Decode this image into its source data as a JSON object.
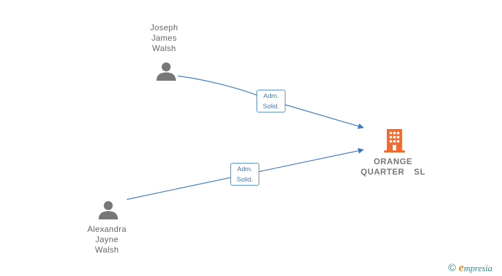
{
  "nodes": {
    "person_1": {
      "name_lines": [
        "Joseph",
        "James",
        "Walsh"
      ],
      "icon": "person-icon"
    },
    "person_2": {
      "name_lines": [
        "Alexandra",
        "Jayne",
        "Walsh"
      ],
      "icon": "person-icon"
    },
    "company": {
      "name_lines": [
        "ORANGE",
        "QUARTER  SL"
      ],
      "icon": "building-icon"
    }
  },
  "edges": [
    {
      "from": "person_1",
      "to": "company",
      "label_lines": [
        "Adm.",
        "Solid."
      ]
    },
    {
      "from": "person_2",
      "to": "company",
      "label_lines": [
        "Adm.",
        "Solid."
      ]
    }
  ],
  "watermark": {
    "symbol": "©",
    "brand_first": "e",
    "brand_rest": "mpresia"
  },
  "colors": {
    "person": "#777777",
    "company": "#f26a2e",
    "edge": "#3f78c4",
    "brand_teal": "#2e8c96",
    "brand_orange": "#f08c1e"
  }
}
